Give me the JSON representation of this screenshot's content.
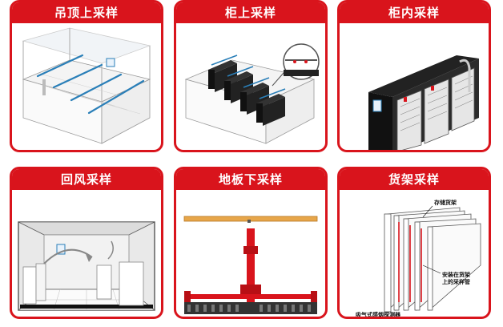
{
  "panels": [
    {
      "title": "吊顶上采样"
    },
    {
      "title": "柜上采样"
    },
    {
      "title": "柜内采样"
    },
    {
      "title": "回风采样"
    },
    {
      "title": "地板下采样"
    },
    {
      "title": "货架采样"
    }
  ],
  "shelf_labels": {
    "storage_shelf": "存储货架",
    "pipe_on_shelf_line1": "安装在货架",
    "pipe_on_shelf_line2": "上的采样管",
    "detector": "吸气式感烟探测器"
  },
  "colors": {
    "accent": "#d9141c",
    "pipe": "#2a7fb8",
    "red_pipe": "#d9141c"
  }
}
